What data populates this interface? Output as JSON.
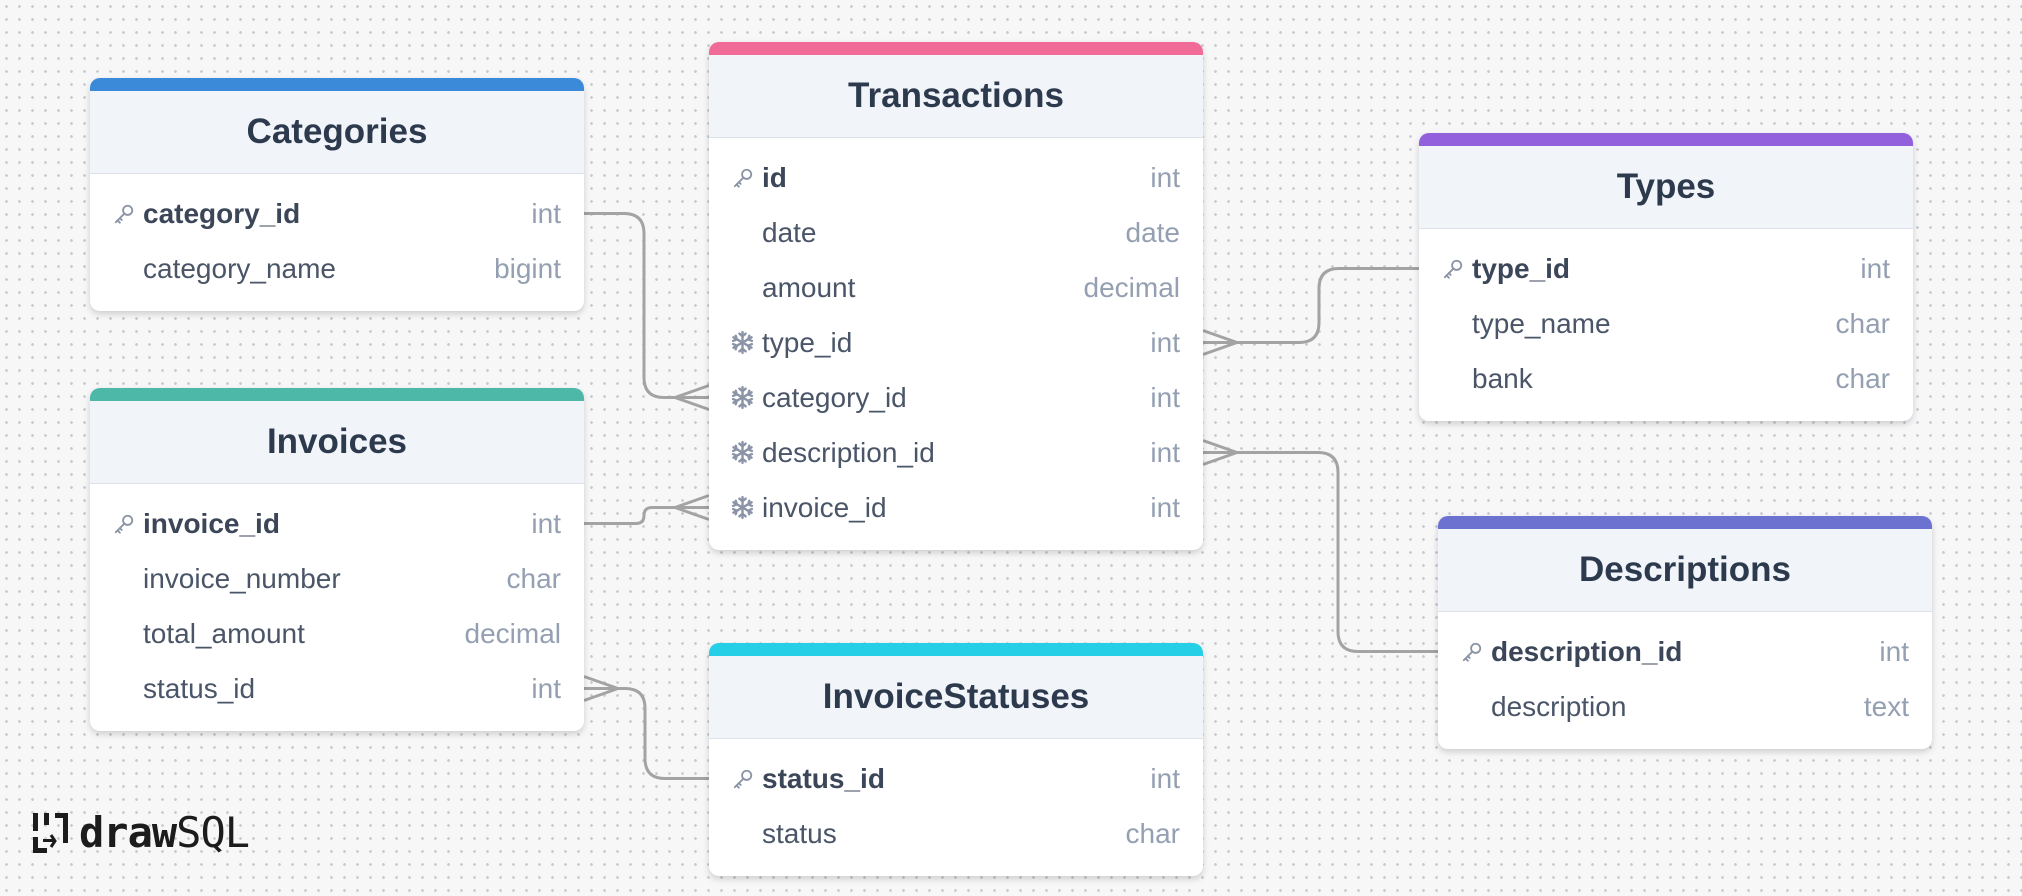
{
  "tables": [
    {
      "id": "categories",
      "title": "Categories",
      "accent": "#3b8ad9",
      "columns": [
        {
          "name": "category_id",
          "type": "int",
          "key": "pk"
        },
        {
          "name": "category_name",
          "type": "bigint",
          "key": ""
        }
      ]
    },
    {
      "id": "invoices",
      "title": "Invoices",
      "accent": "#4db8a8",
      "columns": [
        {
          "name": "invoice_id",
          "type": "int",
          "key": "pk"
        },
        {
          "name": "invoice_number",
          "type": "char",
          "key": ""
        },
        {
          "name": "total_amount",
          "type": "decimal",
          "key": ""
        },
        {
          "name": "status_id",
          "type": "int",
          "key": ""
        }
      ]
    },
    {
      "id": "transactions",
      "title": "Transactions",
      "accent": "#f06b98",
      "columns": [
        {
          "name": "id",
          "type": "int",
          "key": "pk"
        },
        {
          "name": "date",
          "type": "date",
          "key": ""
        },
        {
          "name": "amount",
          "type": "decimal",
          "key": ""
        },
        {
          "name": "type_id",
          "type": "int",
          "key": "fk"
        },
        {
          "name": "category_id",
          "type": "int",
          "key": "fk"
        },
        {
          "name": "description_id",
          "type": "int",
          "key": "fk"
        },
        {
          "name": "invoice_id",
          "type": "int",
          "key": "fk"
        }
      ]
    },
    {
      "id": "invoicestatuses",
      "title": "InvoiceStatuses",
      "accent": "#25d0e6",
      "columns": [
        {
          "name": "status_id",
          "type": "int",
          "key": "pk"
        },
        {
          "name": "status",
          "type": "char",
          "key": ""
        }
      ]
    },
    {
      "id": "types",
      "title": "Types",
      "accent": "#9260dc",
      "columns": [
        {
          "name": "type_id",
          "type": "int",
          "key": "pk"
        },
        {
          "name": "type_name",
          "type": "char",
          "key": ""
        },
        {
          "name": "bank",
          "type": "char",
          "key": ""
        }
      ]
    },
    {
      "id": "descriptions",
      "title": "Descriptions",
      "accent": "#6b72cf",
      "columns": [
        {
          "name": "description_id",
          "type": "int",
          "key": "pk"
        },
        {
          "name": "description",
          "type": "text",
          "key": ""
        }
      ]
    }
  ],
  "relationships": [
    {
      "from": "categories.category_id",
      "to": "transactions.category_id",
      "cardinality": "one-to-many"
    },
    {
      "from": "invoices.invoice_id",
      "to": "transactions.invoice_id",
      "cardinality": "one-to-many"
    },
    {
      "from": "types.type_id",
      "to": "transactions.type_id",
      "cardinality": "one-to-many"
    },
    {
      "from": "descriptions.description_id",
      "to": "transactions.description_id",
      "cardinality": "one-to-many"
    },
    {
      "from": "invoicestatuses.status_id",
      "to": "invoices.status_id",
      "cardinality": "one-to-many"
    }
  ],
  "colors": {
    "connector": "#a3a3a3",
    "header_bg": "#f1f4f9",
    "title": "#2d3a4e",
    "type_text": "#94a0b2"
  },
  "logo": {
    "part1": "draw",
    "part2": "SQL"
  }
}
